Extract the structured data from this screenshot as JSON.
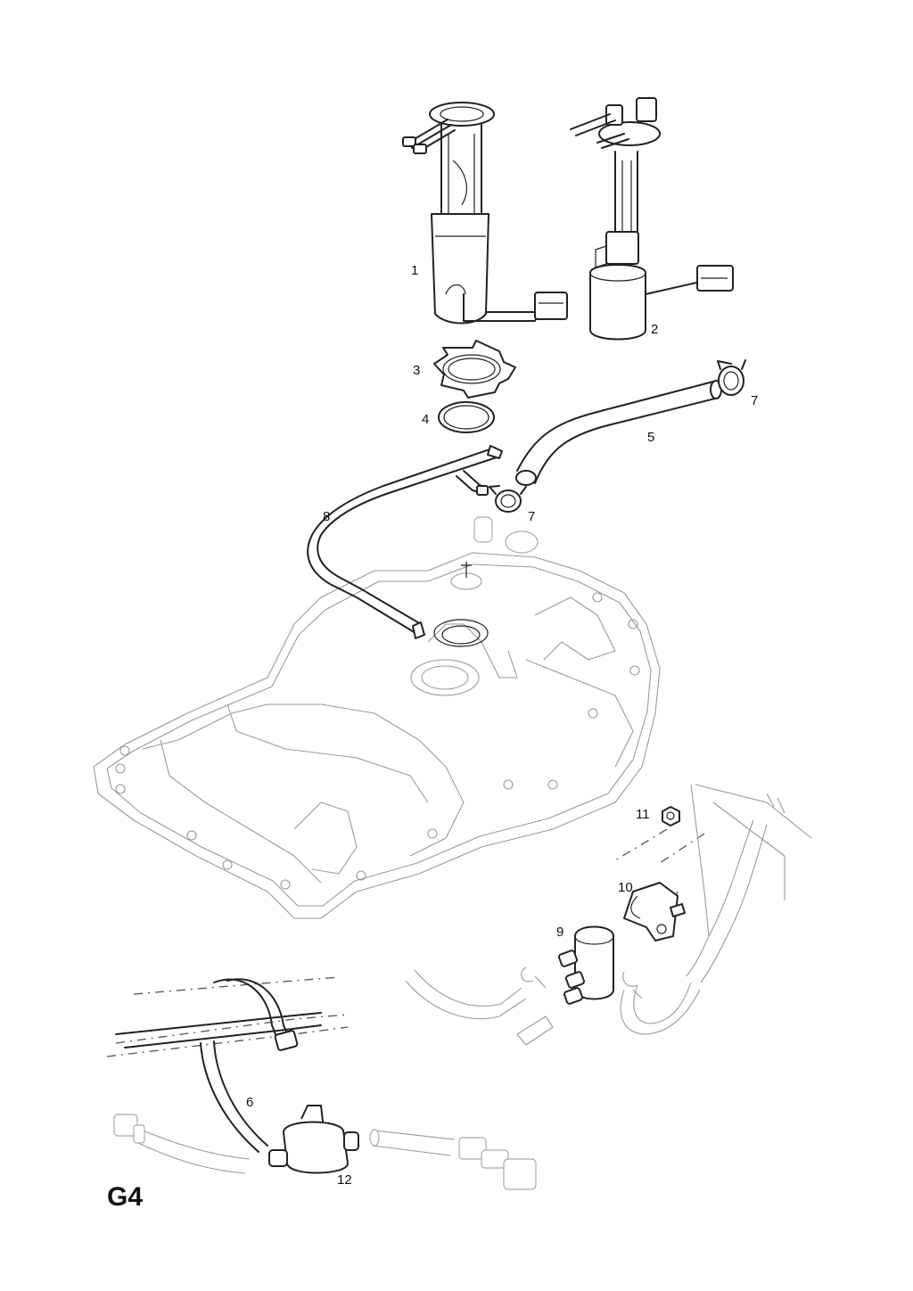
{
  "diagram": {
    "section_code": "G4",
    "callouts": {
      "c1": "1",
      "c2": "2",
      "c3": "3",
      "c4": "4",
      "c5": "5",
      "c6": "6",
      "c7a": "7",
      "c7b": "7",
      "c8": "8",
      "c9": "9",
      "c10": "10",
      "c11": "11",
      "c12": "12"
    }
  }
}
